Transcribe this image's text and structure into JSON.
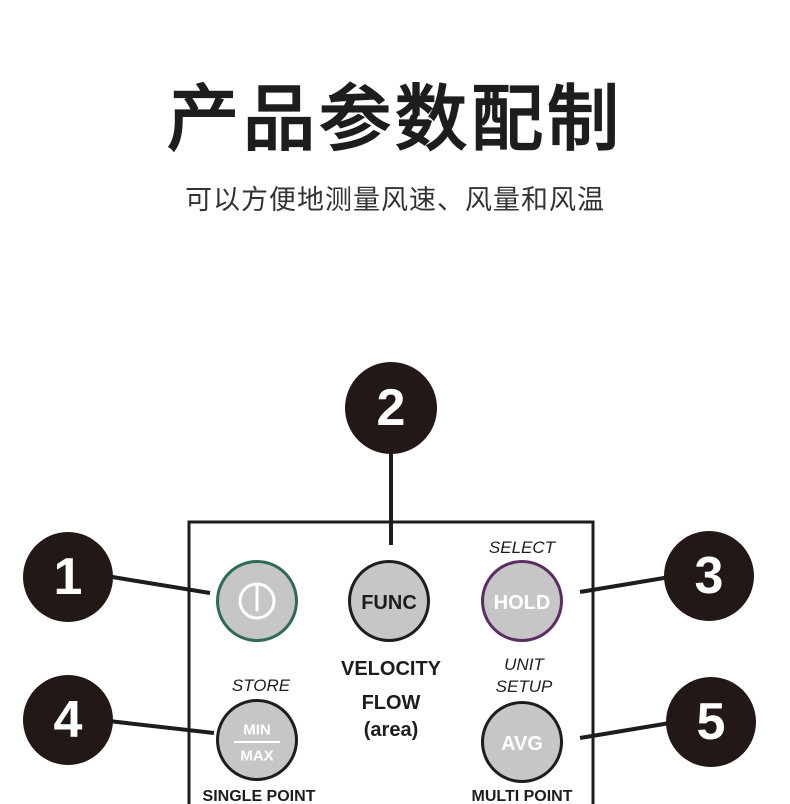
{
  "header": {
    "title": "产品参数配制",
    "subtitle": "可以方便地测量风速、风量和风温"
  },
  "callouts": [
    "1",
    "2",
    "3",
    "4",
    "5"
  ],
  "buttons": {
    "func_label": "FUNC",
    "hold_label": "HOLD",
    "avg_label": "AVG",
    "min_label": "MIN",
    "max_label": "MAX"
  },
  "labels": {
    "select": "SELECT",
    "velocity": "VELOCITY",
    "flow": "FLOW",
    "area": "(area)",
    "unit": "UNIT",
    "setup": "SETUP",
    "store": "STORE",
    "single_point": "SINGLE POINT",
    "multi_point": "MULTI POINT"
  },
  "colors": {
    "callout_fill": "#221815",
    "button_fill": "#c6c6c6",
    "power_ring": "#2e6b52",
    "hold_ring": "#5a2e62",
    "text": "#1d1d1d"
  },
  "icons": {
    "power": "power-icon"
  }
}
